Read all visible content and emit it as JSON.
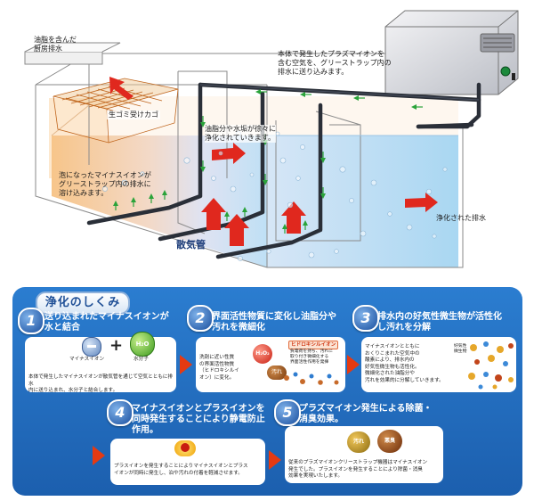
{
  "diagram": {
    "labels": {
      "kitchen_waste": [
        "油脂を含んだ",
        "厨房排水"
      ],
      "device_desc": [
        "本体で発生したプラズマイオンを",
        "含む空気を、グリーストラップ内の",
        "排水に送り込みます。"
      ],
      "basket": "生ゴミ受けカゴ",
      "grease_clean": [
        "油脂分や水垢が徐々に",
        "浄化されていきます。"
      ],
      "bubbles_desc": [
        "泡になったマイナスイオンが",
        "グリーストラップ内の排水に",
        "溶け込みます。"
      ],
      "aeration": "散気管",
      "purified": "浄化された排水"
    }
  },
  "mechanism": {
    "title": "浄化のしくみ",
    "steps": [
      {
        "num": "1",
        "heading": [
          "送り込まれたマイナスイオンが",
          "水と結合"
        ],
        "icon_left_label": "マイナスイオン",
        "icon_right_text": "H₂O",
        "icon_right_label": "水分子",
        "body": [
          "本体で発生したマイナスイオンが散気管を通じて空気とともに排水",
          "内に送り込まれ、水分子と結合します。"
        ]
      },
      {
        "num": "2",
        "heading": [
          "界面活性物質に変化し油脂分や",
          "汚れを微細化"
        ],
        "badge": "ヒドロキシルイオン",
        "badge_note": [
          "負電荷を持ち、汚れに",
          "取り付き微細化する",
          "界面活性作用を発揮"
        ],
        "molecule": "H₂O₂",
        "dirt": "汚れ",
        "body": [
          "洗剤に近い性質",
          "の界面活性物質",
          "（ヒドロキシルイ",
          "オン）に変化。"
        ]
      },
      {
        "num": "3",
        "heading": [
          "排水内の好気性微生物が活性化",
          "し汚れを分解"
        ],
        "micro_label": [
          "好気性",
          "微生物"
        ],
        "body": [
          "マイナスイオンとともに",
          "おくりこまれた空気中の",
          "酸素により、排水内の",
          "好気性微生物も活性化。",
          "微細化された油脂分や",
          "汚れを効果的に分解していきます。"
        ]
      },
      {
        "num": "4",
        "heading": [
          "マイナスイオンとプラスイオンを",
          "同時発生することにより静電防止",
          "作用。"
        ],
        "body": [
          "プラスイオンを発生することによりマイナスイオンとプラス",
          "イオンが同時に発生し、泊や汚れの付着を軽減させます。"
        ]
      },
      {
        "num": "5",
        "heading": [
          "プラズマイオン発生による除菌・",
          "消臭効果。"
        ],
        "sphere_a": "汚れ",
        "sphere_b": "悪臭",
        "body": [
          "従来のプラズマイオンクリーストラップ機器はマイナスイオン",
          "発生でした。プラスイオンを発生することにより除菌・消臭",
          "効果を実現いたします。"
        ]
      }
    ]
  }
}
